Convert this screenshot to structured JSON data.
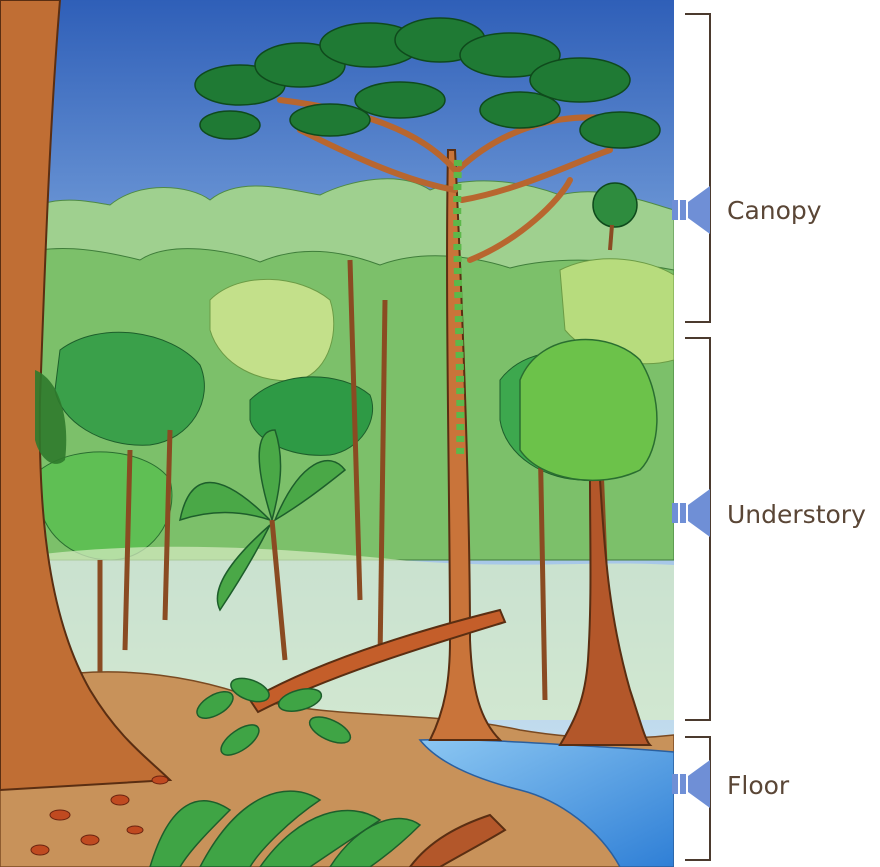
{
  "layers": [
    {
      "label": "Canopy"
    },
    {
      "label": "Understory"
    },
    {
      "label": "Floor"
    }
  ],
  "colors": {
    "sky_top": "#2f5fb8",
    "sky_bottom": "#cfe6f0",
    "bracket": "#4b3a2e",
    "marker": "#6f8fd6",
    "label_text": "#5a4636",
    "trunk": "#b8662f",
    "leaf_dark": "#1f7a34",
    "leaf_mid": "#4fb34a",
    "leaf_light": "#a9d66a",
    "ground": "#c89058",
    "water": "#4aa3e6"
  },
  "icons": [
    "speaker-marker-icon"
  ]
}
